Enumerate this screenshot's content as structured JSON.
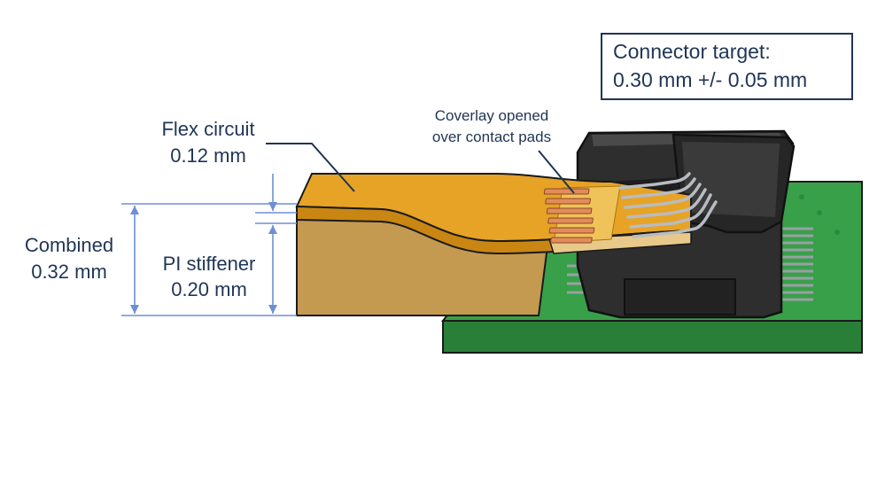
{
  "colors": {
    "label_text": "#1f3555",
    "dimension_line": "#6e8fd6",
    "flex_circuit": "#d99a1a",
    "stiffener": "#c29a52",
    "pcb": "#2f8f3f",
    "connector": "#2b2b2b",
    "copper_pad": "#e48b5c",
    "pin": "#b8bcc2"
  },
  "labels": {
    "target_line1": "Connector target:",
    "target_line2": "0.30 mm +/- 0.05 mm",
    "flex_line1": "Flex circuit",
    "flex_line2": "0.12 mm",
    "coverlay_line1": "Coverlay opened",
    "coverlay_line2": "over contact pads",
    "combined_line1": "Combined",
    "combined_line2": "0.32 mm",
    "stiffener_line1": "PI stiffener",
    "stiffener_line2": "0.20 mm"
  },
  "icons": {
    "connector": "fpc-connector-icon",
    "pcb": "pcb-board-icon"
  }
}
